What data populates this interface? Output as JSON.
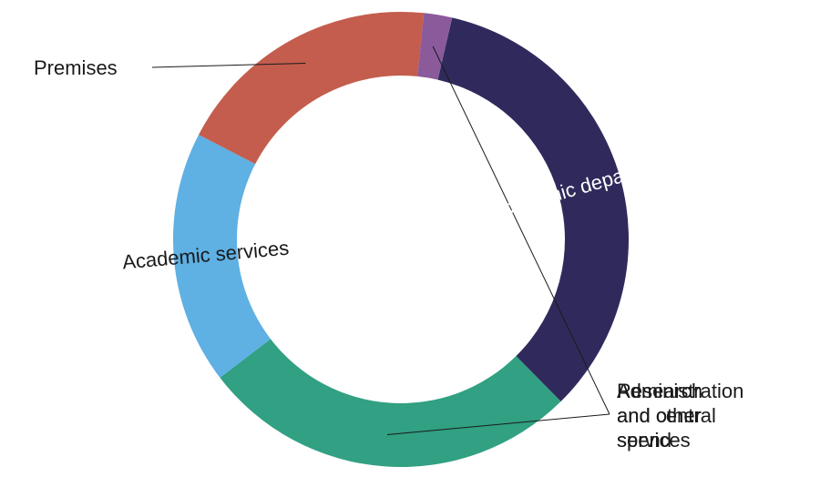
{
  "chart_data": {
    "type": "pie",
    "variant": "donut",
    "title": "",
    "categories": [
      "Academic departments",
      "Administration and central services",
      "Academic services",
      "Premises",
      "Research and other spend"
    ],
    "values": [
      34,
      27,
      18,
      19,
      2
    ],
    "units": "percent (approximate, read from arc angles)",
    "colors": [
      "#302a5c",
      "#31a083",
      "#5fb0e3",
      "#c45d4d",
      "#8a5a9a"
    ],
    "legend": "none",
    "labels": [
      {
        "lines": [
          "Academic departments"
        ],
        "placement": "inside-arc",
        "color": "#ffffff"
      },
      {
        "lines": [
          "Administration",
          "and central",
          "services"
        ],
        "placement": "outside-right",
        "color": "#1a1a1a"
      },
      {
        "lines": [
          "Academic services"
        ],
        "placement": "inside-arc",
        "color": "#1a1a1a"
      },
      {
        "lines": [
          "Premises"
        ],
        "placement": "outside-left",
        "color": "#1a1a1a"
      },
      {
        "lines": [
          "Research",
          "and other",
          "spend"
        ],
        "placement": "outside-right",
        "color": "#1a1a1a"
      }
    ]
  }
}
